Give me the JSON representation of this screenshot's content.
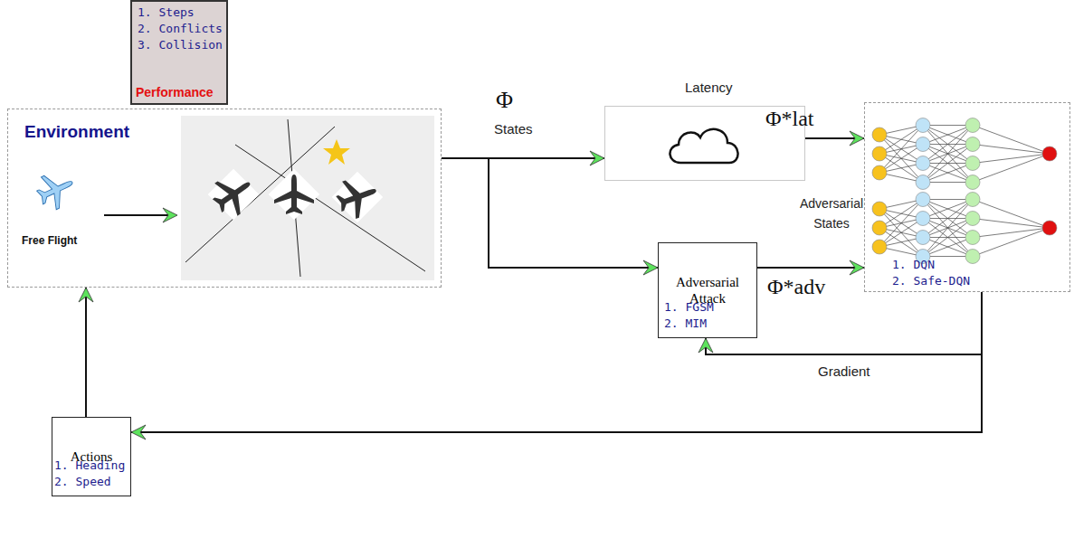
{
  "diagram": {
    "nodes": [
      {
        "text": [
          "1. Steps",
          "2. Conflicts",
          "3. Collision",
          "Performance"
        ]
      },
      {
        "text": [
          "Environment",
          "Free Flight"
        ]
      },
      {
        "text": [
          "Latency"
        ]
      },
      {
        "text": [
          "Adversarial Attack",
          "1. FGSM",
          "2. MIM"
        ]
      },
      {
        "text": [
          "1. DQN",
          "2. Safe-DQN"
        ]
      },
      {
        "text": [
          "Actions",
          "1. Heading",
          "2. Speed"
        ]
      }
    ],
    "edges": [
      {
        "from": 1,
        "to": 2,
        "arrow": "to"
      },
      {
        "from": 1,
        "to": 3,
        "arrow": "to"
      },
      {
        "from": 2,
        "to": 4,
        "label": "Φ*lat",
        "arrow": "to"
      },
      {
        "from": 3,
        "to": 4,
        "label": "Φ*adv",
        "arrow": "to"
      },
      {
        "from": 4,
        "to": 3,
        "label": "Gradient",
        "arrow": "to"
      },
      {
        "from": 4,
        "to": 5,
        "arrow": "to"
      },
      {
        "from": 5,
        "to": 1,
        "arrow": "to"
      }
    ],
    "labels": [
      "Φ",
      "States",
      "Adversarial States"
    ]
  }
}
